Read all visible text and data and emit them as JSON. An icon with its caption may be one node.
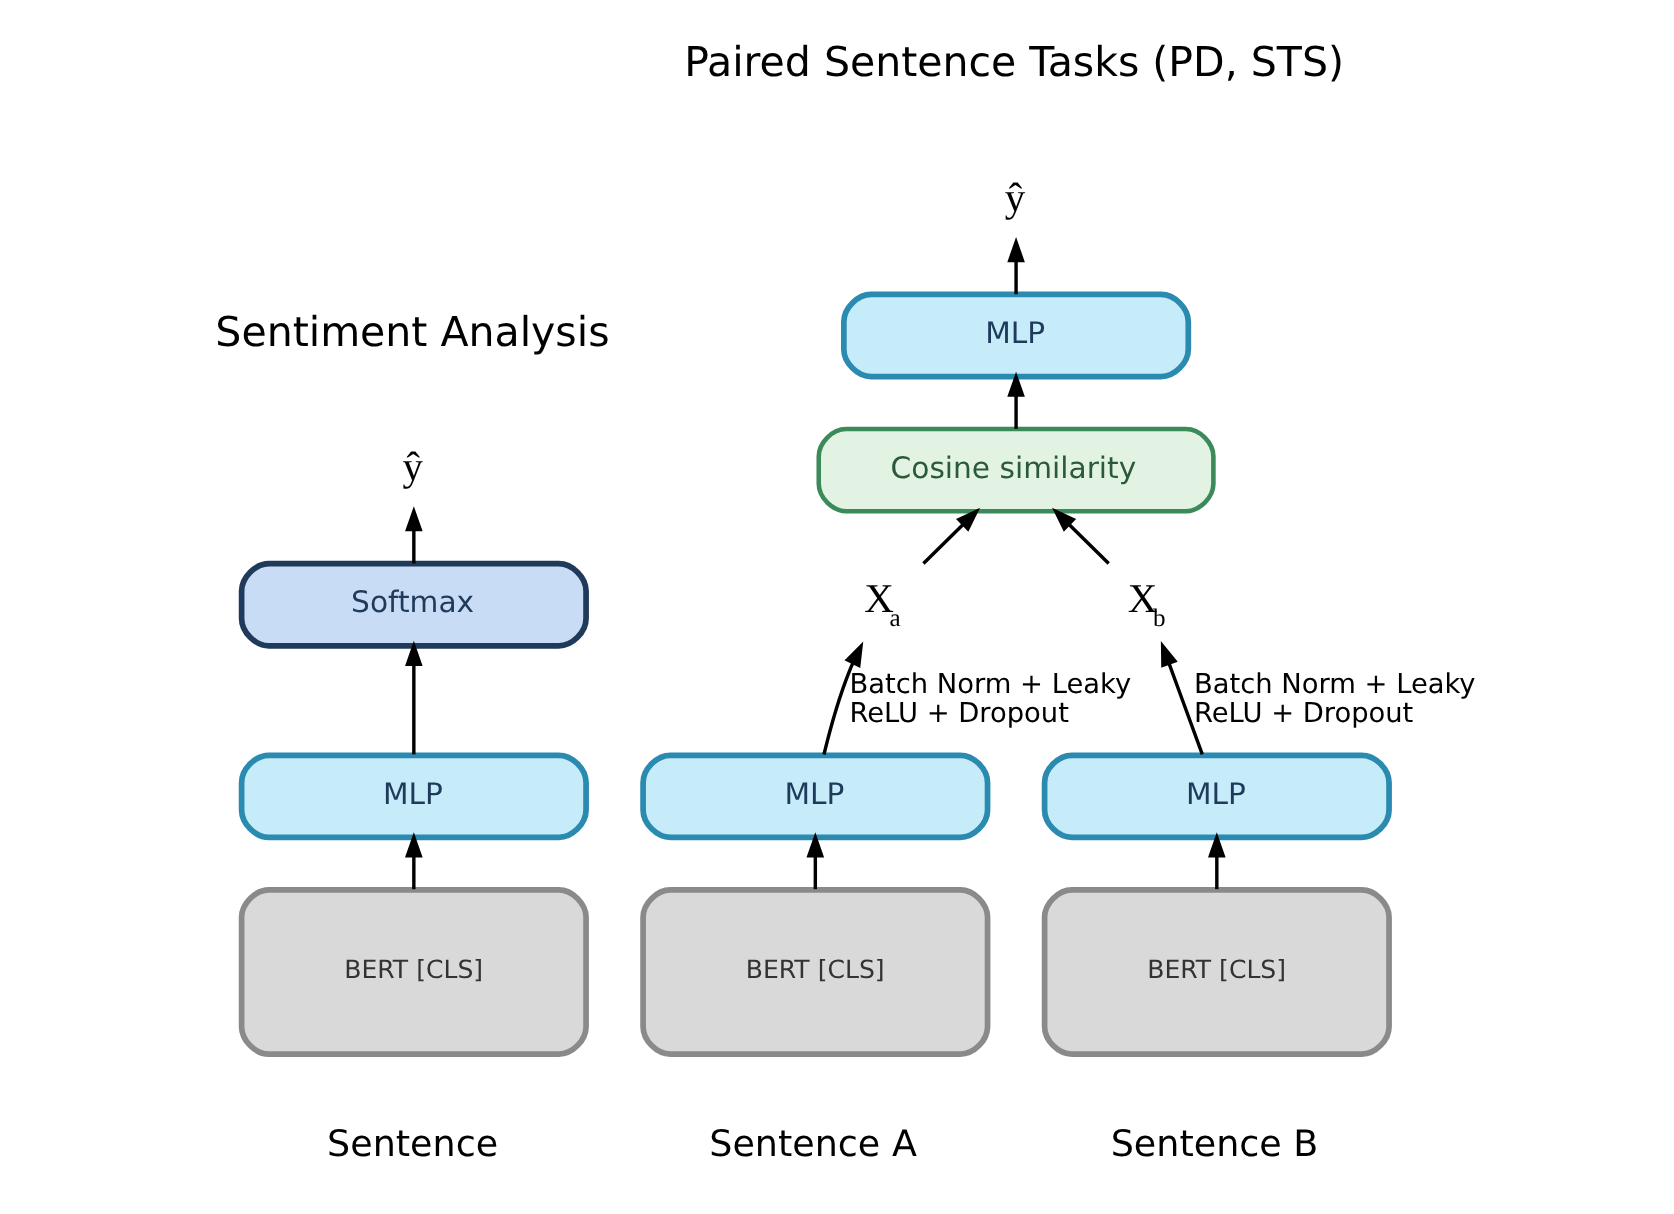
{
  "diagram": {
    "nodes": [
      {
        "text": [
          "ŷ"
        ]
      },
      {
        "text": [
          "Softmax"
        ]
      },
      {
        "text": [
          "MLP"
        ]
      },
      {
        "text": [
          "BERT [CLS]"
        ],
        "beside": [
          "Sentence"
        ]
      },
      {
        "text": [
          "ŷ"
        ]
      },
      {
        "text": [
          "MLP"
        ]
      },
      {
        "text": [
          "Cosine similarity"
        ]
      },
      {
        "text": [
          "X$_{a}$"
        ]
      },
      {
        "text": [
          "X$_{b}$"
        ]
      },
      {
        "text": [
          "MLP"
        ]
      },
      {
        "text": [
          "MLP"
        ]
      },
      {
        "text": [
          "BERT [CLS]"
        ],
        "beside": [
          "Sentence A"
        ]
      },
      {
        "text": [
          "BERT [CLS]"
        ],
        "beside": [
          "Sentence B"
        ]
      }
    ],
    "edges": [
      {
        "from": 3,
        "to": 2,
        "arrow": "to"
      },
      {
        "from": 2,
        "to": 1,
        "arrow": "to"
      },
      {
        "from": 1,
        "to": 0,
        "arrow": "to"
      },
      {
        "from": 11,
        "to": 9,
        "arrow": "to"
      },
      {
        "from": 9,
        "to": 7,
        "arrow": "to",
        "label": "Batch Norm + Leaky ReLU + Dropout"
      },
      {
        "from": 7,
        "to": 6,
        "arrow": "to"
      },
      {
        "from": 12,
        "to": 10,
        "arrow": "to"
      },
      {
        "from": 10,
        "to": 8,
        "arrow": "to",
        "label": "Batch Norm + Leaky ReLU + Dropout"
      },
      {
        "from": 8,
        "to": 6,
        "arrow": "to"
      },
      {
        "from": 6,
        "to": 5,
        "arrow": "to"
      },
      {
        "from": 5,
        "to": 4,
        "arrow": "to"
      }
    ],
    "labels": [
      "Sentiment Analysis",
      "Paired Sentence Tasks (PD, STS)"
    ]
  }
}
